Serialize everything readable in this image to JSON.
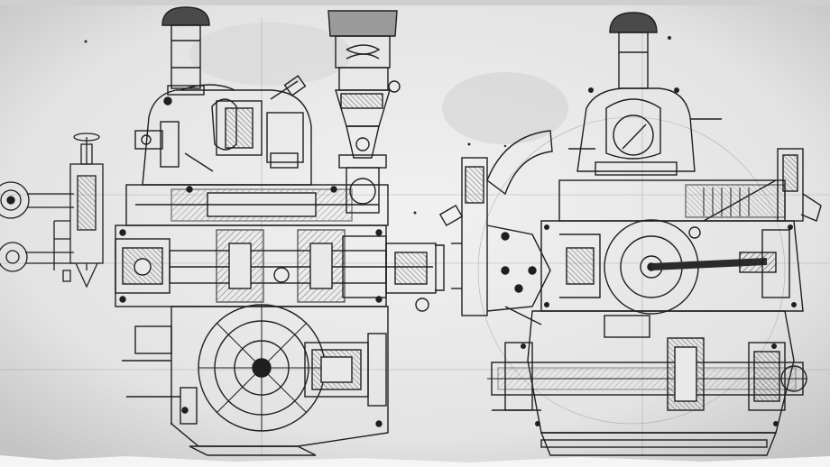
{
  "image": {
    "kind": "technical-drawing",
    "subject": "engine-sectional-blueprint",
    "views": [
      "side-section",
      "front-section"
    ],
    "colors": {
      "paper": "#e9e9e9",
      "paper_edge": "#bdbdbd",
      "ink": "#1f1f1f",
      "ink_light": "#6a6a6a",
      "smudge": "#a9a9a9"
    }
  }
}
